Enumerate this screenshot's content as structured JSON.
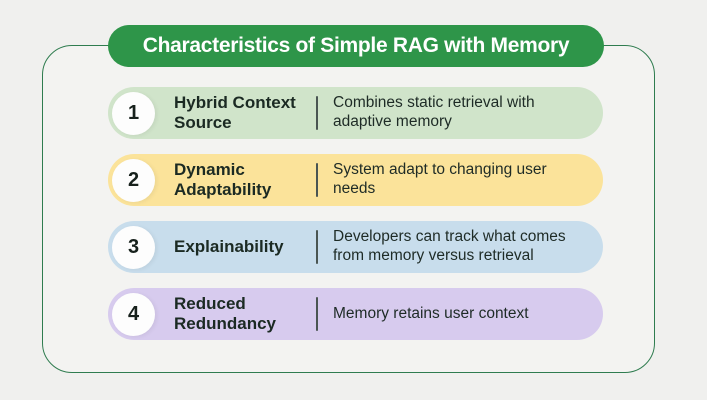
{
  "header": {
    "title": "Characteristics of Simple RAG with Memory"
  },
  "colors": {
    "page_bg": "#f0f0ee",
    "card_bg": "#f3f3f1",
    "card_border": "#2f7c4f",
    "header_bg": "#2e9549",
    "header_text": "#ffffff",
    "divider": "#4a5552",
    "circle_bg": "#fdfdfd",
    "title_text": "#1b2a23",
    "description_text": "#1e2b26"
  },
  "rows": [
    {
      "number": "1",
      "title": "Hybrid Context\nSource",
      "description": "Combines static retrieval with\nadaptive memory",
      "bg": "#d0e4ca"
    },
    {
      "number": "2",
      "title": "Dynamic\nAdaptability",
      "description": "System adapt to changing user\nneeds",
      "bg": "#fbe39a"
    },
    {
      "number": "3",
      "title": "Explainability",
      "description": "Developers can track what comes\nfrom memory versus retrieval",
      "bg": "#c8ddec"
    },
    {
      "number": "4",
      "title": "Reduced\nRedundancy",
      "description": "Memory retains user context",
      "bg": "#d7cbee"
    }
  ]
}
